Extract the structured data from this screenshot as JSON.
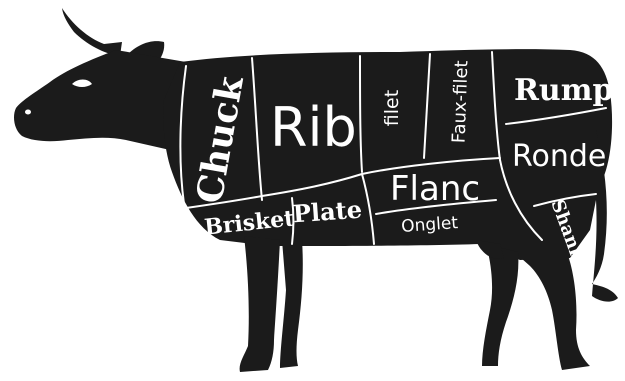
{
  "colors": {
    "silhouette": "#1b1b1b",
    "label": "#ffffff",
    "background": "#ffffff"
  },
  "cuts": {
    "chuck": "Chuck",
    "rib": "Rib",
    "filet": "filet",
    "faux_filet": "Faux-filet",
    "rump": "Rump",
    "ronde": "Ronde",
    "brisket": "Brisket",
    "plate": "Plate",
    "flanc": "Flanc",
    "onglet": "Onglet",
    "shank": "Shank"
  }
}
